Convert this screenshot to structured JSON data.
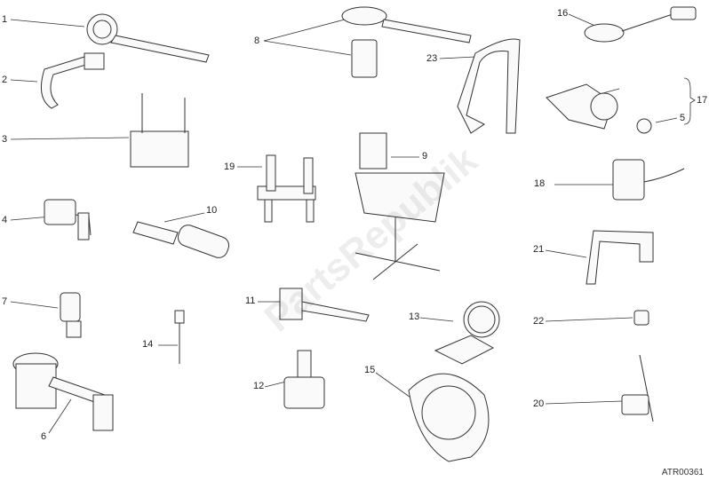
{
  "diagram": {
    "watermark": "PartsRepublik",
    "code": "ATR00361",
    "labels": {
      "l1": "1",
      "l2": "2",
      "l3": "3",
      "l4": "4",
      "l5": "5",
      "l6": "6",
      "l7": "7",
      "l8": "8",
      "l9": "9",
      "l10": "10",
      "l11": "11",
      "l12": "12",
      "l13": "13",
      "l14": "14",
      "l15": "15",
      "l16": "16",
      "l17": "17",
      "l18": "18",
      "l19": "19",
      "l20": "20",
      "l21": "21",
      "l22": "22",
      "l23": "23"
    }
  }
}
